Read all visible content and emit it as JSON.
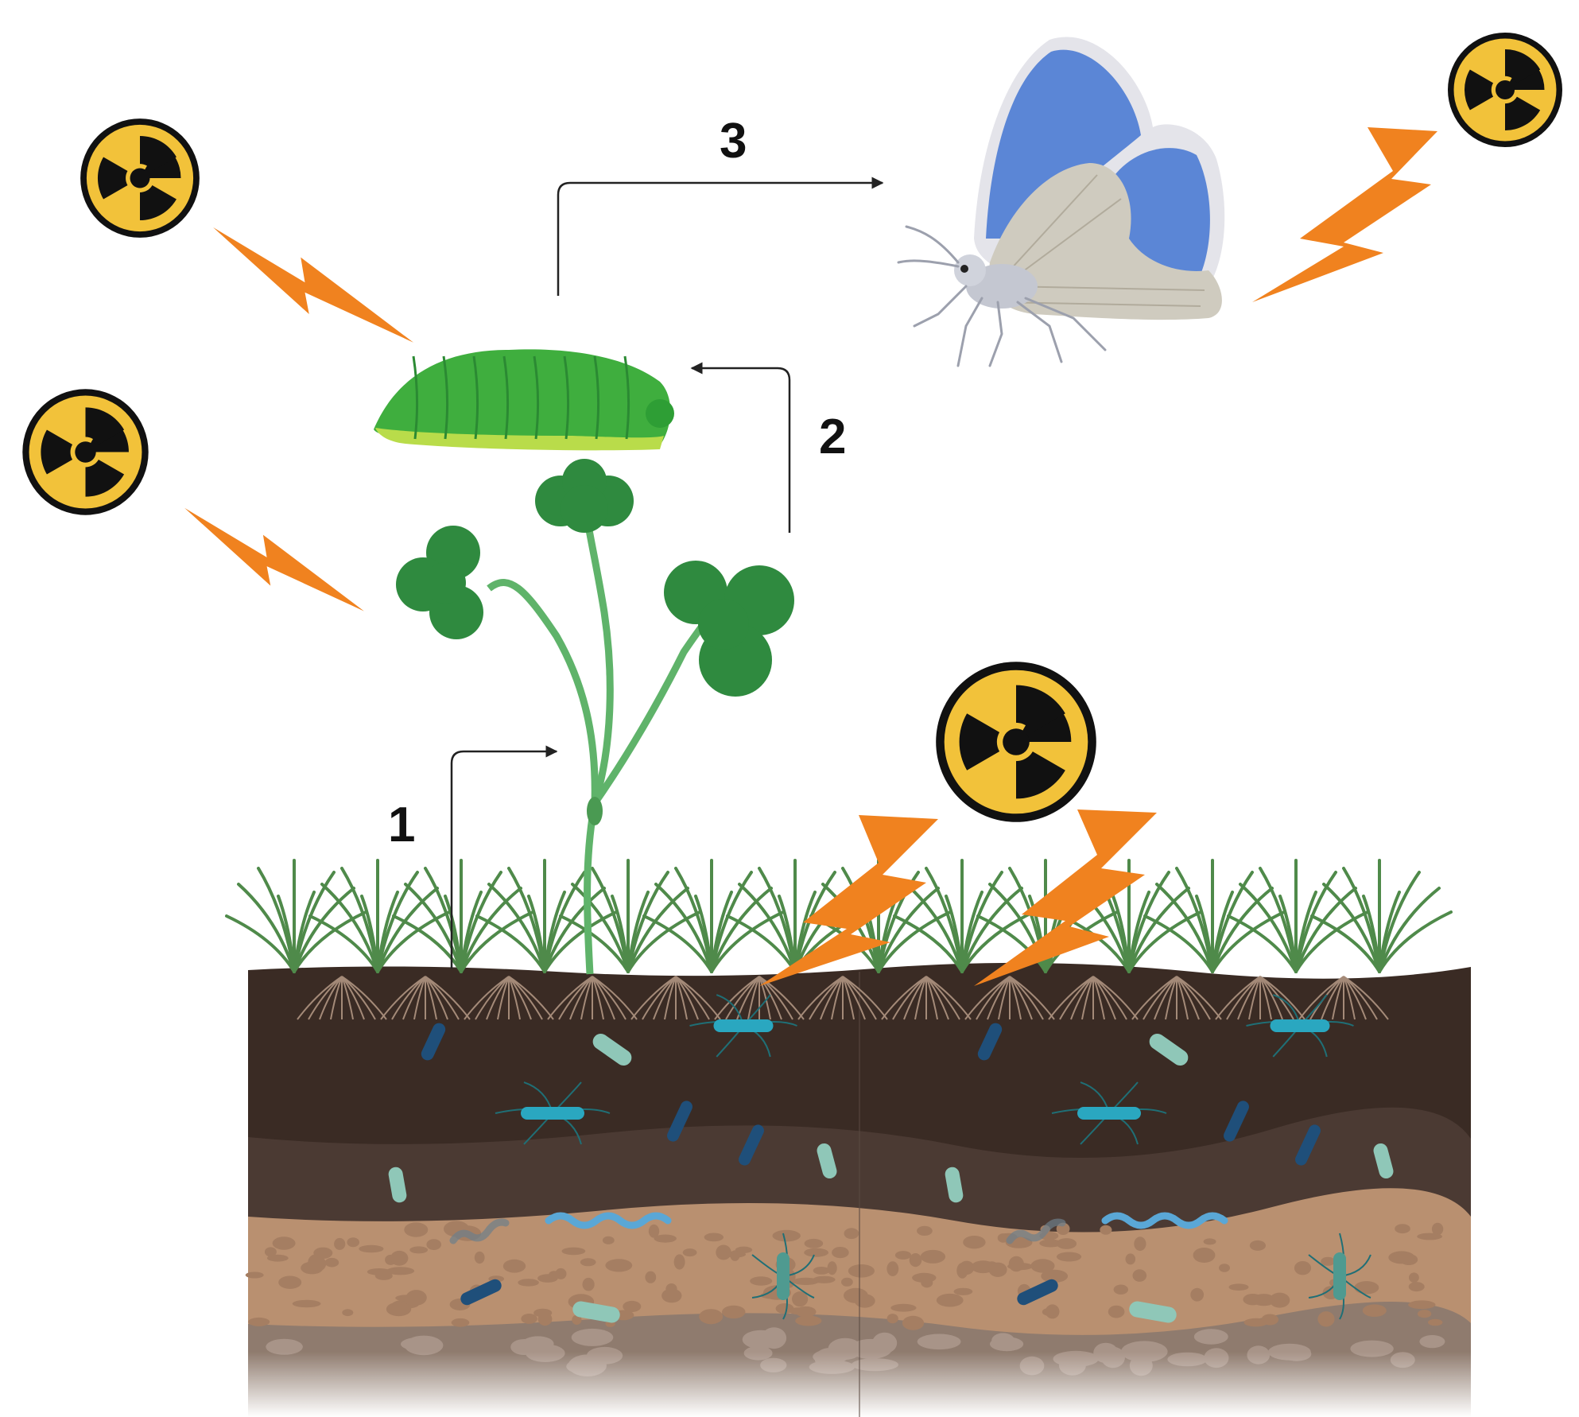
{
  "steps": [
    {
      "number": "1"
    },
    {
      "number": "2"
    },
    {
      "number": "3"
    }
  ],
  "icons": {
    "radiation": "radiation-icon",
    "lightning": "lightning-bolt-icon",
    "caterpillar": "caterpillar-icon",
    "butterfly": "butterfly-icon",
    "plant": "clover-plant-icon",
    "bacteria": "bacteria-icon"
  },
  "colors": {
    "radiation_yellow": "#f2c23a",
    "radiation_black": "#111111",
    "lightning_orange": "#f0821f",
    "leaf_green": "#2f8a3f",
    "stem_green": "#5fb36a",
    "caterpillar_green": "#3fae3e",
    "butterfly_blue": "#5b86d6",
    "butterfly_grey": "#cfcbbf",
    "soil_top": "#3a2b24",
    "soil_mid": "#4b3a33",
    "soil_sand": "#b99070",
    "soil_bottom": "#8f7b6e",
    "bacteria_teal": "#2aa7c0",
    "bacteria_navy": "#1f4f7a",
    "bacteria_pale": "#8fc7b8"
  }
}
